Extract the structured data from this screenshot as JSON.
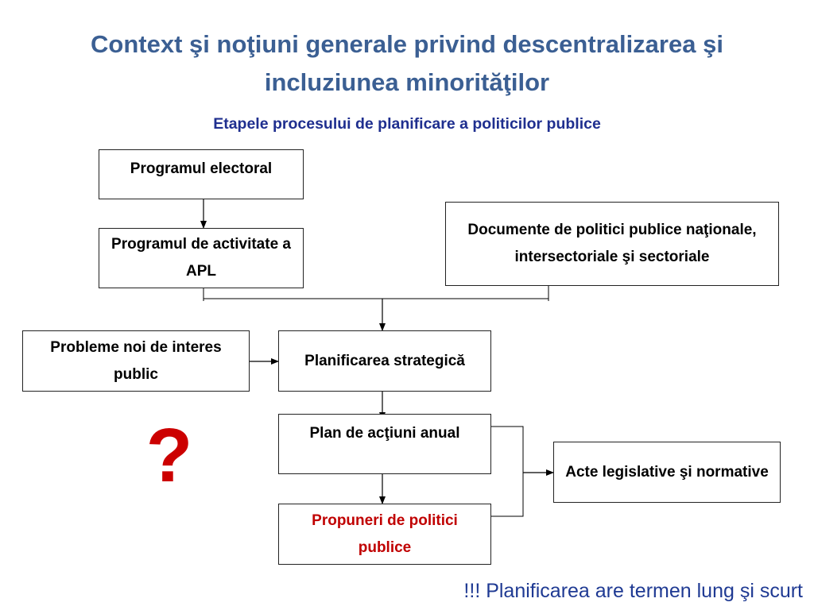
{
  "slide": {
    "title": "Context şi noţiuni generale privind descentralizarea şi incluziunea minorităţilor",
    "subtitle": "Etapele procesului de planificare a politicilor publice"
  },
  "diagram": {
    "nodes": {
      "programul_electoral": "Programul electoral",
      "programul_activitate": "Programul de activitate a APL",
      "documente_politici": "Documente de politici publice naţionale, intersectoriale şi sectoriale",
      "probleme_noi": "Probleme noi de interes public",
      "planificarea_strategica": "Planificarea strategică",
      "plan_actiuni": "Plan de acţiuni anual",
      "acte_legislative": "Acte legislative şi normative",
      "propuneri_politici": "Propuneri de politici publice"
    },
    "question_mark": "?",
    "note": "!!! Planificarea are termen lung şi scurt",
    "colors": {
      "title": "#3B5F93",
      "subtitle": "#1F2F8F",
      "highlight_text": "#C00000",
      "question_mark": "#CC0000",
      "note": "#1F3A93"
    }
  }
}
